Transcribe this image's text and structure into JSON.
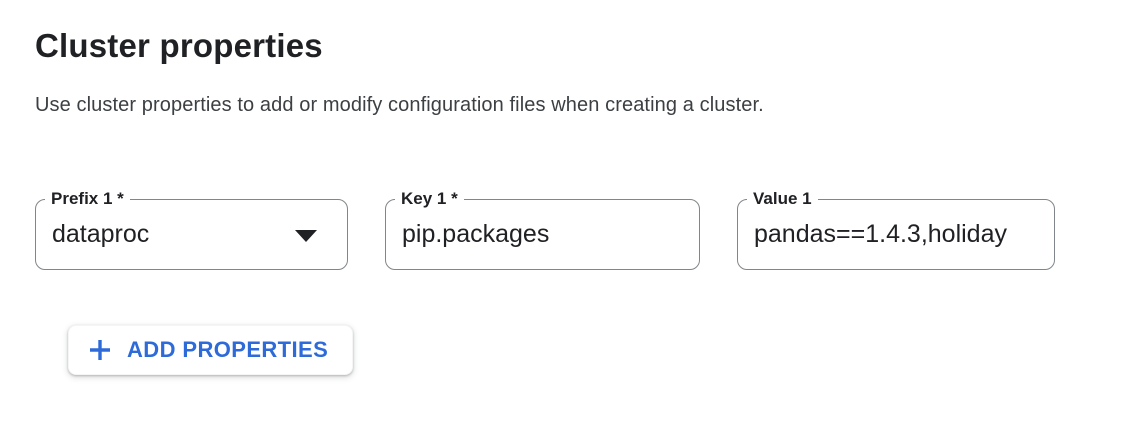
{
  "section": {
    "title": "Cluster properties",
    "description": "Use cluster properties to add or modify configuration files when creating a cluster."
  },
  "fields": {
    "prefix": {
      "label": "Prefix 1 *",
      "value": "dataproc"
    },
    "key": {
      "label": "Key 1 *",
      "value": "pip.packages"
    },
    "value": {
      "label": "Value 1",
      "value": "pandas==1.4.3,holiday"
    }
  },
  "actions": {
    "add_properties_label": "ADD PROPERTIES"
  },
  "icons": {
    "dropdown": "caret-down-icon",
    "add": "plus-icon"
  },
  "colors": {
    "accent_blue": "#2e6bd9",
    "field_border": "#80868b",
    "text_primary": "#202124",
    "text_secondary": "#3c4043",
    "background": "#ffffff"
  }
}
